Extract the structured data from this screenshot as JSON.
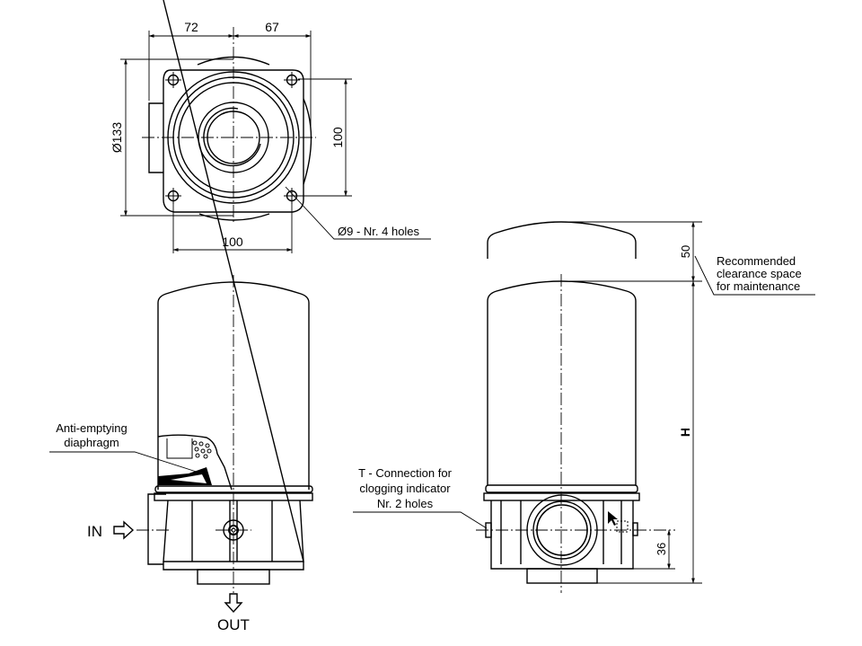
{
  "drawing": {
    "top_view": {
      "dim_left_offset": "72",
      "dim_right_offset": "67",
      "dim_diameter": "Ø133",
      "dim_hole_spacing_v": "100",
      "dim_hole_spacing_h": "100",
      "holes_note": "Ø9 - Nr. 4 holes"
    },
    "front_view": {
      "diaphragm_label_line1": "Anti-emptying",
      "diaphragm_label_line2": "diaphragm",
      "inlet_label": "IN",
      "outlet_label": "OUT"
    },
    "side_view": {
      "clearance_dim": "50",
      "clearance_note_line1": "Recommended",
      "clearance_note_line2": "clearance space",
      "clearance_note_line3": "for maintenance",
      "height_dim": "H",
      "port_height_dim": "36",
      "connection_note_line1": "T - Connection for",
      "connection_note_line2": "clogging indicator",
      "connection_note_line3": "Nr. 2 holes"
    },
    "icons": {
      "inlet_arrow": "arrow-right-outline",
      "outlet_arrow": "arrow-down-outline",
      "cursor": "mouse-pointer"
    },
    "colors": {
      "line": "#000000",
      "background": "#ffffff"
    }
  }
}
